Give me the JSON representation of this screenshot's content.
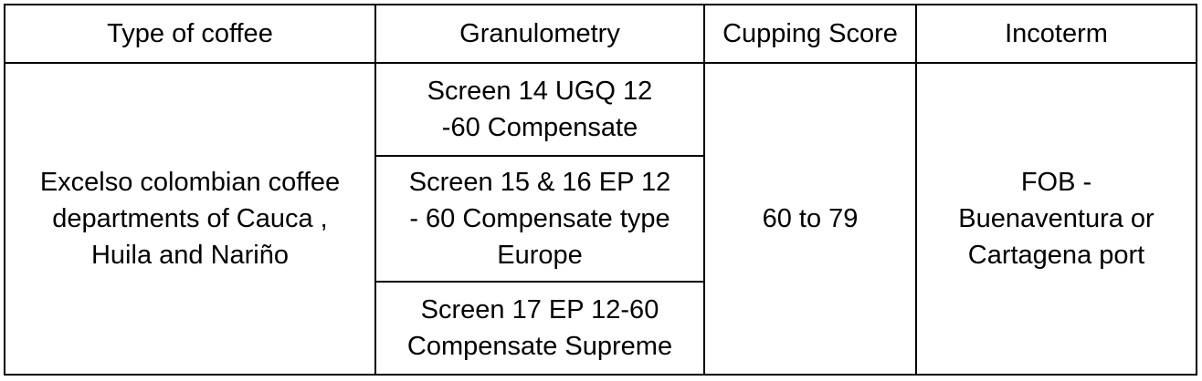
{
  "table": {
    "headers": [
      "Type of coffee",
      "Granulometry",
      "Cupping Score",
      "Incoterm"
    ],
    "type_of_coffee": "Excelso colombian coffee\ndepartments of Cauca ,\nHuila and Nariño",
    "granulometry": [
      "Screen 14 UGQ 12\n-60 Compensate",
      "Screen 15 & 16 EP 12\n- 60  Compensate type\nEurope",
      "Screen 17 EP 12-60\nCompensate Supreme"
    ],
    "cupping_score": "60 to 79",
    "incoterm": "FOB -\nBuenaventura or\nCartagena port"
  }
}
